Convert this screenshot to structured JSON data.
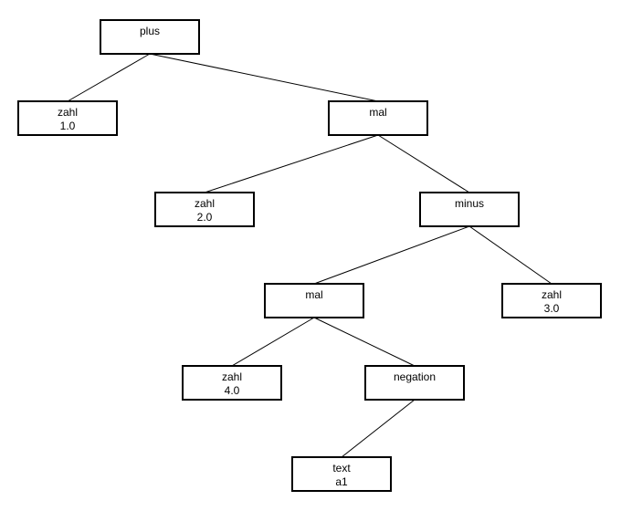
{
  "tree": {
    "nodes": {
      "plus": {
        "label": "plus",
        "value": ""
      },
      "zahl_1": {
        "label": "zahl",
        "value": "1.0"
      },
      "mal_1": {
        "label": "mal",
        "value": ""
      },
      "zahl_2": {
        "label": "zahl",
        "value": "2.0"
      },
      "minus": {
        "label": "minus",
        "value": ""
      },
      "mal_2": {
        "label": "mal",
        "value": ""
      },
      "zahl_3": {
        "label": "zahl",
        "value": "3.0"
      },
      "zahl_4": {
        "label": "zahl",
        "value": "4.0"
      },
      "negation": {
        "label": "negation",
        "value": ""
      },
      "text_a1": {
        "label": "text",
        "value": "a1"
      }
    },
    "edges": [
      [
        "plus",
        "zahl_1"
      ],
      [
        "plus",
        "mal_1"
      ],
      [
        "mal_1",
        "zahl_2"
      ],
      [
        "mal_1",
        "minus"
      ],
      [
        "minus",
        "mal_2"
      ],
      [
        "minus",
        "zahl_3"
      ],
      [
        "mal_2",
        "zahl_4"
      ],
      [
        "mal_2",
        "negation"
      ],
      [
        "negation",
        "text_a1"
      ]
    ]
  }
}
